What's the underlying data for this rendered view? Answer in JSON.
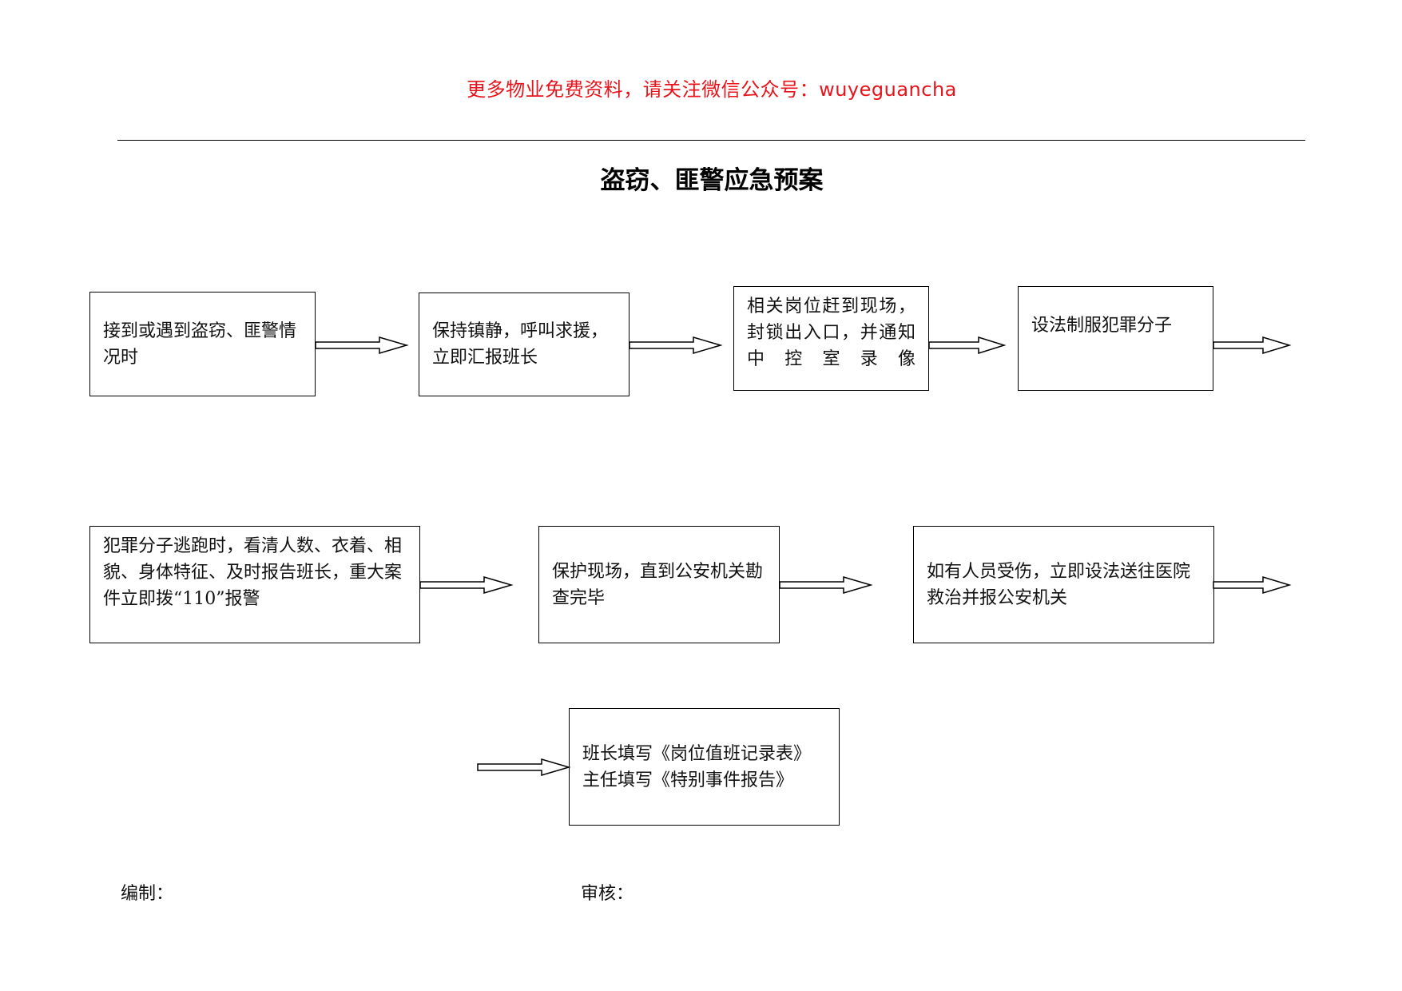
{
  "header": {
    "promo_text": "更多物业免费资料，请关注微信公众号：wuyeguancha",
    "promo_color": "#e8141b"
  },
  "title": "盗窃、匪警应急预案",
  "flow": {
    "steps": [
      "接到或遇到盗窃、匪警情况时",
      "保持镇静，呼叫求援，立即汇报班长",
      "相关岗位赶到现场，封锁出入口，并通知中控室录像",
      "设法制服犯罪分子",
      "犯罪分子逃跑时，看清人数、衣着、相貌、身体特征、及时报告班长，重大案件立即拨“110”报警",
      "保护现场，直到公安机关勘查完毕",
      "如有人员受伤，立即设法送往医院救治并报公安机关",
      "班长填写《岗位值班记录表》主任填写《特别事件报告》"
    ],
    "arrow_icon": "hollow-right-arrow-icon"
  },
  "footer": {
    "prepared_by_label": "编制：",
    "reviewed_by_label": "审核："
  }
}
